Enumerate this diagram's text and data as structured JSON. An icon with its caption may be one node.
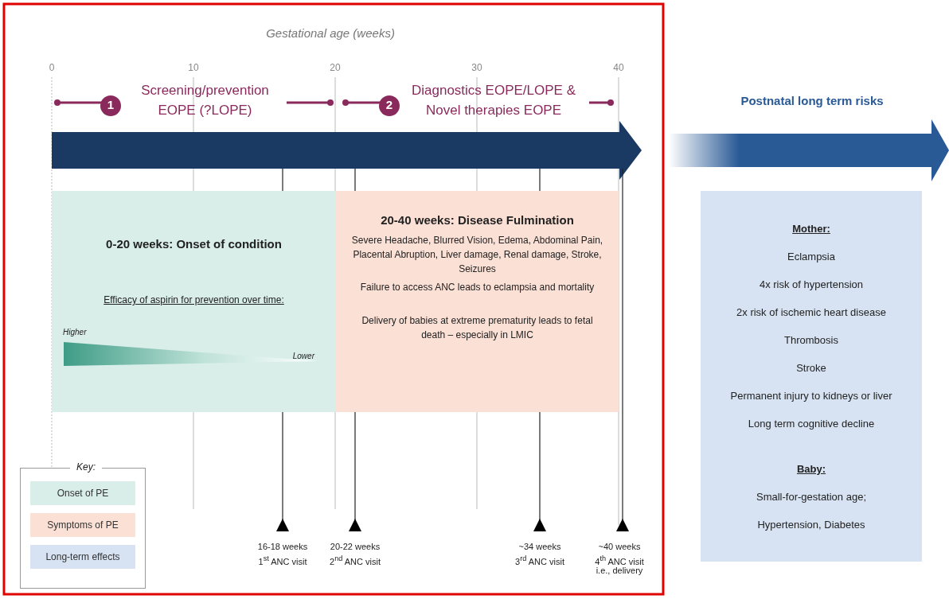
{
  "diagram": {
    "nodes": [
      {
        "text": [
          "0-20 weeks: Onset of condition",
          "Efficacy of aspirin for prevention over time:",
          "Higher",
          "Lower"
        ]
      },
      {
        "text": [
          "20-40 weeks: Disease Fulmination",
          "Severe Headache, Blurred Vision, Edema, Abdominal Pain, Placental Abruption, Liver damage, Renal damage, Stroke, Seizures",
          "Failure to access ANC leads to eclampsia and mortality",
          "Delivery of babies at extreme prematurity leads to fetal death – especially in LMIC"
        ]
      },
      {
        "text": [
          "Mother:",
          "Eclampsia",
          "4x risk of hypertension",
          "2x risk of ischemic heart disease",
          "Thrombosis",
          "Stroke",
          "Permanent injury to kidneys or liver",
          "Long term cognitive decline",
          "Baby:",
          "Small-for-gestation age;",
          "Hypertension, Diabetes"
        ]
      }
    ],
    "edges": [],
    "labels": [
      "Gestational age (weeks)",
      "0",
      "10",
      "20",
      "30",
      "40",
      "1",
      "Screening/prevention EOPE (?LOPE)",
      "2",
      "Diagnostics EOPE/LOPE & Novel therapies EOPE",
      "Postnatal long term risks",
      "Key:",
      "16-18 weeks",
      "1$^{st}$ ANC visit",
      "20-22 weeks",
      "2$^{nd}$ ANC visit",
      "~34 weeks",
      "3$^{rd}$ ANC visit",
      "~40 weeks",
      "4$^{th}$ ANC visit",
      "i.e., delivery"
    ],
    "legend": [
      {
        "text": "Onset of PE",
        "color": "#d9eee8"
      },
      {
        "text": "Symptoms of PE",
        "color": "#fbe0d6"
      },
      {
        "text": "Long-term effects",
        "color": "#d7e3f2"
      }
    ]
  }
}
